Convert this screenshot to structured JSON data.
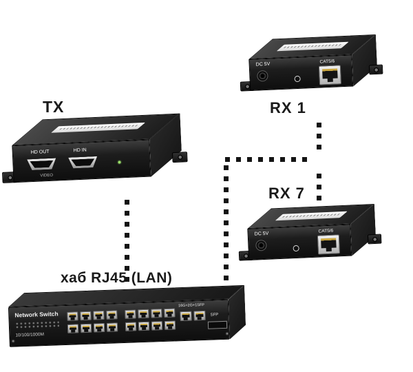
{
  "diagram": {
    "tx_label": "TX",
    "rx1_label": "RX 1",
    "rx7_label": "RX 7",
    "hub_label": "хаб RJ45 (LAN)"
  },
  "tx_device": {
    "hd_out_label": "HD OUT",
    "hd_in_label": "HD IN",
    "video_label": "VIDEO"
  },
  "rx_device": {
    "power_label": "DC 5V",
    "lan_label": "CAT5/6"
  },
  "switch": {
    "brand": "Network Switch",
    "speed_label": "10/100/1000M",
    "config_label": "16G+2G+1SFP",
    "sfp_label": "SFP",
    "rj45_port_count": 16,
    "uplink_port_count": 2
  },
  "colors": {
    "background": "#ffffff",
    "device_black": "#1c1c1c",
    "cable_dots": "#141414",
    "port_silver": "#c9c9c9"
  }
}
